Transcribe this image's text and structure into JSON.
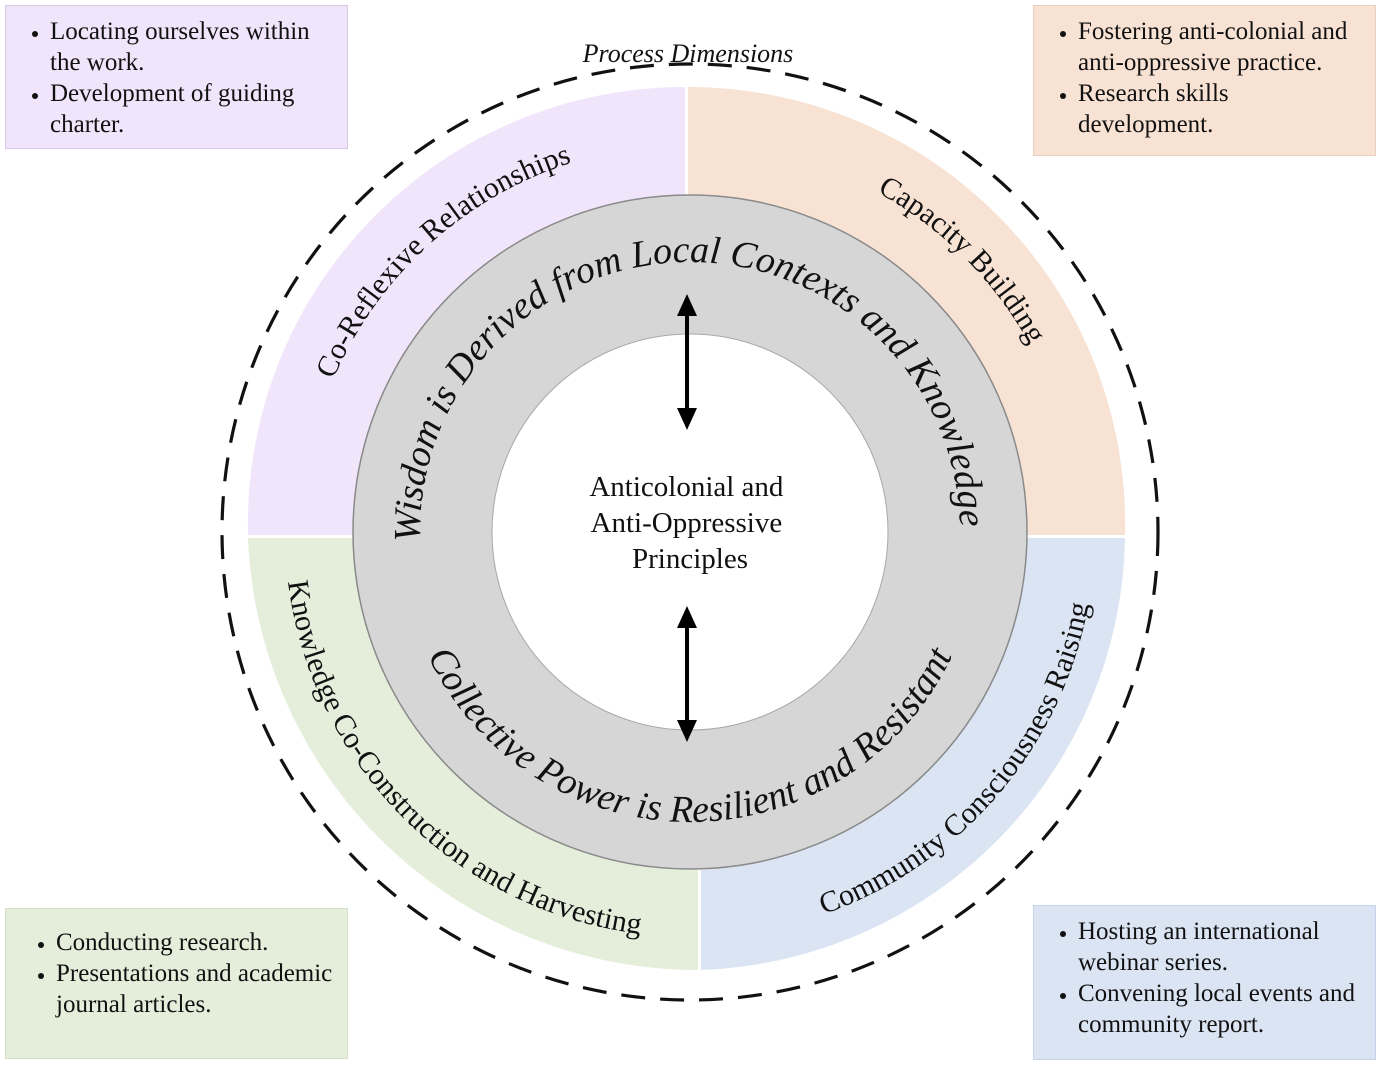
{
  "title": "Process Dimensions",
  "center": {
    "lines": [
      "Anticolonial and",
      "Anti-Oppressive",
      "Principles"
    ]
  },
  "ring": {
    "top": "Wisdom is Derived from Local Contexts and Knowledges",
    "bottom": "Collective Power is Resilient and Resistant"
  },
  "quadrants": [
    {
      "id": "tl",
      "label": "Co-Reflexive Relationships",
      "color": "#f1e5fb",
      "items": [
        "Locating ourselves within the work.",
        "Development of guiding charter."
      ]
    },
    {
      "id": "tr",
      "label": "Capacity Building",
      "color": "#f8e2d4",
      "items": [
        "Fostering anti-colonial and anti-oppressive practice.",
        "Research skills development."
      ]
    },
    {
      "id": "bl",
      "label": "Knowledge Co-Construction and Harvesting",
      "color": "#e5eedb",
      "items": [
        "Conducting research.",
        "Presentations and academic journal articles."
      ]
    },
    {
      "id": "br",
      "label": "Community Consciousness Raising",
      "color": "#dbe4f3",
      "items": [
        "Hosting an international webinar series.",
        "Convening local events and community report."
      ]
    }
  ],
  "colors": {
    "ring_gray": "#d6d6d6",
    "ring_stroke": "#8a8a8a",
    "dashed_circle": "#111111"
  }
}
